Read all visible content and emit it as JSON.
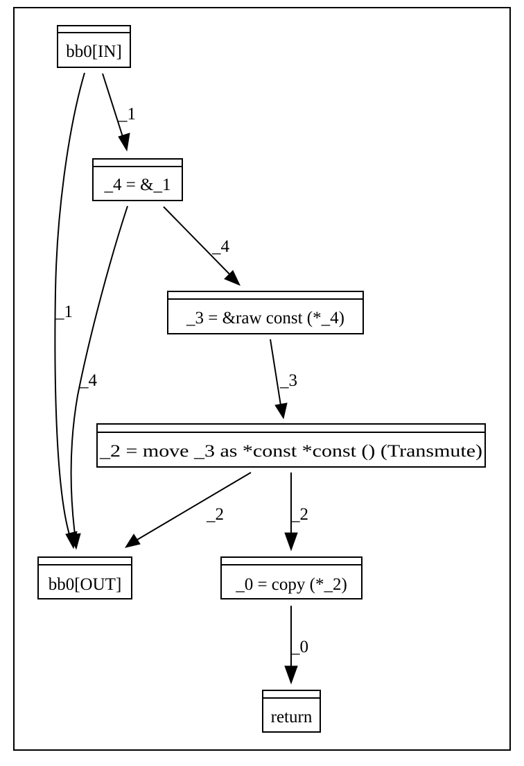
{
  "diagram": {
    "nodes": {
      "bb0_in": {
        "label": "bb0[IN]"
      },
      "stmt_4": {
        "label": "_4 = &_1"
      },
      "stmt_3": {
        "label": "_3 = &raw const (*_4)"
      },
      "stmt_2": {
        "label": "_2 = move _3 as *const *const () (Transmute)"
      },
      "bb0_out": {
        "label": "bb0[OUT]"
      },
      "stmt_0": {
        "label": "_0 = copy (*_2)"
      },
      "ret": {
        "label": "return"
      }
    },
    "edges": {
      "in_to_stmt4": {
        "label": "_1"
      },
      "in_to_out": {
        "label": "_1"
      },
      "stmt4_to_stmt3": {
        "label": "_4"
      },
      "stmt4_to_out": {
        "label": "_4"
      },
      "stmt3_to_stmt2": {
        "label": "_3"
      },
      "stmt2_to_out": {
        "label": "_2"
      },
      "stmt2_to_stmt0": {
        "label": "_2"
      },
      "stmt0_to_ret": {
        "label": "_0"
      }
    }
  }
}
